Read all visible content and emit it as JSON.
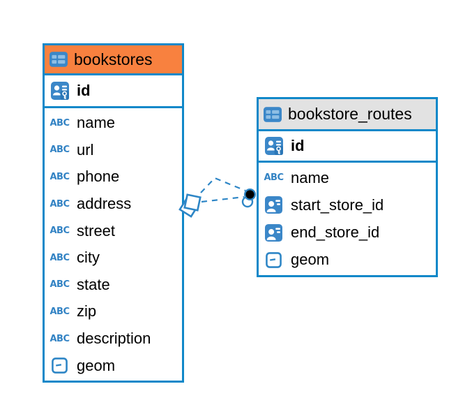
{
  "diagram": {
    "icons": {
      "text_glyph": "ABC"
    },
    "colors": {
      "table_border_blue": "#1088C9",
      "icon_blue": "#3B87C8",
      "icon_cell_blue": "#8FBEE4",
      "bookstores_header_orange": "#F8813F",
      "routes_header_gray": "#E2E2E2",
      "relationship_line_blue": "#2E86C6"
    },
    "tables": [
      {
        "name": "bookstores",
        "primary_key": {
          "name": "id",
          "type": "id-key"
        },
        "columns": [
          {
            "name": "name",
            "type": "text"
          },
          {
            "name": "url",
            "type": "text"
          },
          {
            "name": "phone",
            "type": "text"
          },
          {
            "name": "address",
            "type": "text"
          },
          {
            "name": "street",
            "type": "text"
          },
          {
            "name": "city",
            "type": "text"
          },
          {
            "name": "state",
            "type": "text"
          },
          {
            "name": "zip",
            "type": "text"
          },
          {
            "name": "description",
            "type": "text"
          },
          {
            "name": "geom",
            "type": "geometry"
          }
        ]
      },
      {
        "name": "bookstore_routes",
        "primary_key": {
          "name": "id",
          "type": "id-key"
        },
        "columns": [
          {
            "name": "name",
            "type": "text"
          },
          {
            "name": "start_store_id",
            "type": "reference"
          },
          {
            "name": "end_store_id",
            "type": "reference"
          },
          {
            "name": "geom",
            "type": "geometry"
          }
        ]
      }
    ],
    "relationships": [
      {
        "from": "bookstores",
        "to": "bookstore_routes",
        "style": "dashed"
      },
      {
        "from": "bookstores",
        "to": "bookstore_routes",
        "style": "dashed"
      }
    ]
  }
}
